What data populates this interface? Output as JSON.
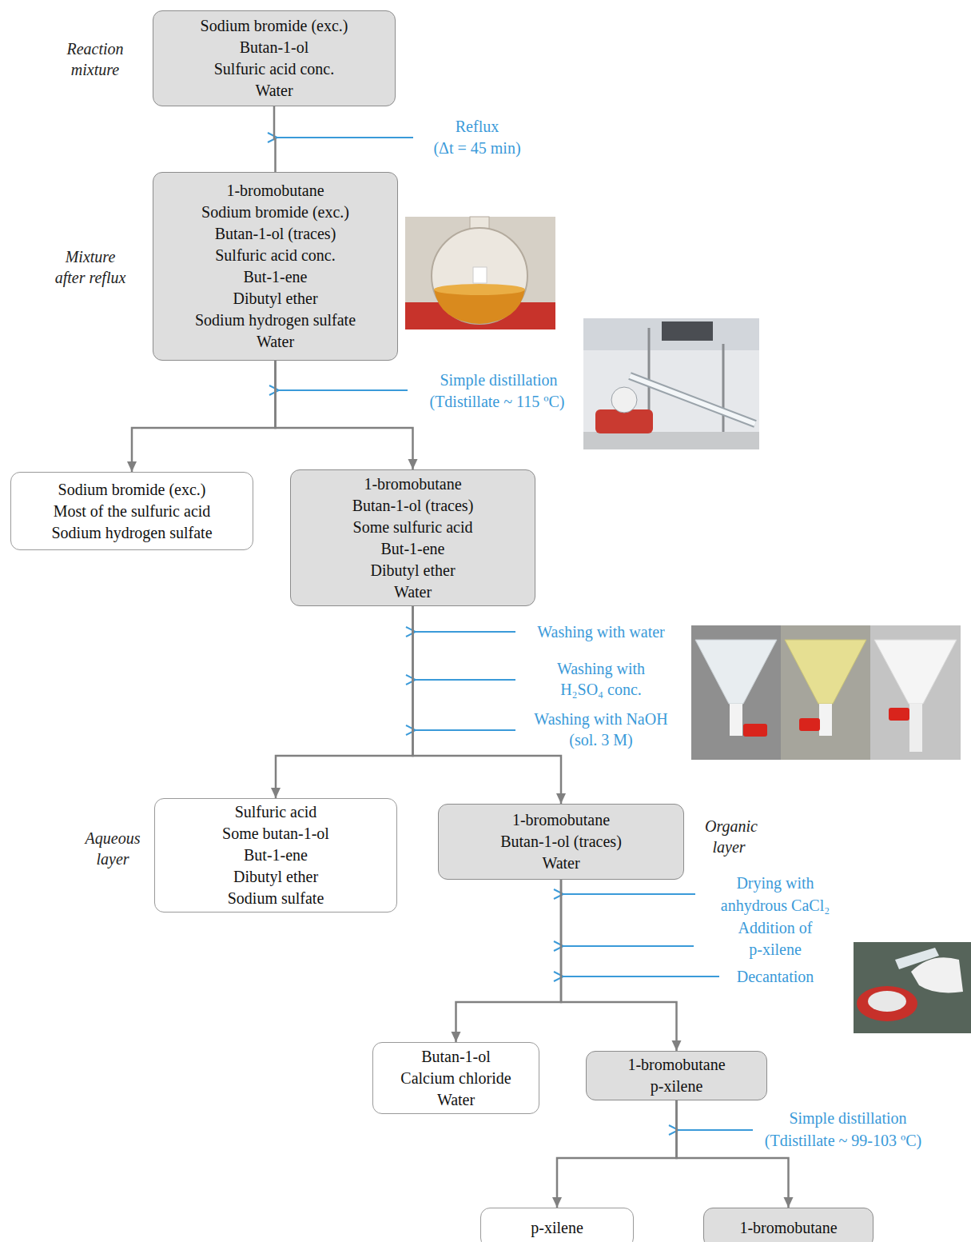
{
  "diagram": {
    "nodes": [
      {
        "text": [
          "Sodium bromide (exc.)",
          "Butan-1-ol",
          "Sulfuric acid conc.",
          "Water"
        ]
      },
      {
        "text": [
          "1-bromobutane",
          "Sodium bromide (exc.)",
          "Butan-1-ol (traces)",
          "Sulfuric acid conc.",
          "But-1-ene",
          "Dibutyl ether",
          "Sodium hydrogen sulfate",
          "Water"
        ]
      },
      {
        "text": [
          "Sodium bromide (exc.)",
          "Most of the sulfuric acid",
          "Sodium hydrogen sulfate"
        ]
      },
      {
        "text": [
          "1-bromobutane",
          "Butan-1-ol (traces)",
          "Some sulfuric acid",
          "But-1-ene",
          "Dibutyl ether",
          "Water"
        ]
      },
      {
        "text": [
          "Sulfuric acid",
          "Some butan-1-ol",
          "But-1-ene",
          "Dibutyl ether",
          "Sodium sulfate"
        ]
      },
      {
        "text": [
          "1-bromobutane",
          "Butan-1-ol (traces)",
          "Water"
        ]
      },
      {
        "text": [
          "Butan-1-ol",
          "Calcium chloride",
          "Water"
        ]
      },
      {
        "text": [
          "1-bromobutane",
          "p-xilene"
        ]
      },
      {
        "text": [
          "p-xilene"
        ]
      },
      {
        "text": [
          "1-bromobutane"
        ]
      }
    ],
    "edges": [
      {
        "from": 0,
        "to": 1,
        "arrow": "none"
      },
      {
        "from": 1,
        "to": 2,
        "arrow": "to"
      },
      {
        "from": 1,
        "to": 3,
        "arrow": "to"
      },
      {
        "from": 3,
        "to": 4,
        "arrow": "to"
      },
      {
        "from": 3,
        "to": 5,
        "arrow": "to"
      },
      {
        "from": 5,
        "to": 6,
        "arrow": "to"
      },
      {
        "from": 5,
        "to": 7,
        "arrow": "to"
      },
      {
        "from": 7,
        "to": 8,
        "arrow": "to"
      },
      {
        "from": 7,
        "to": 9,
        "arrow": "to"
      }
    ],
    "labels": [
      "Reaction",
      "mixture",
      "Reflux",
      "(Δt = 45 min)",
      "Mixture",
      "after reflux",
      "Simple distillation",
      "(Tdistillate ~ 115 ºC)",
      "Washing with water",
      "Washing with",
      "H₂SO₄ conc.",
      "Washing with NaOH",
      "(sol. 3 M)",
      "Aqueous",
      "layer",
      "Organic",
      "layer",
      "Drying with",
      "anhydrous CaCl₂",
      "Addition of",
      "p-xilene",
      "Decantation",
      "Simple distillation",
      "(Tdistillate ~ 99-103 ºC)"
    ]
  }
}
